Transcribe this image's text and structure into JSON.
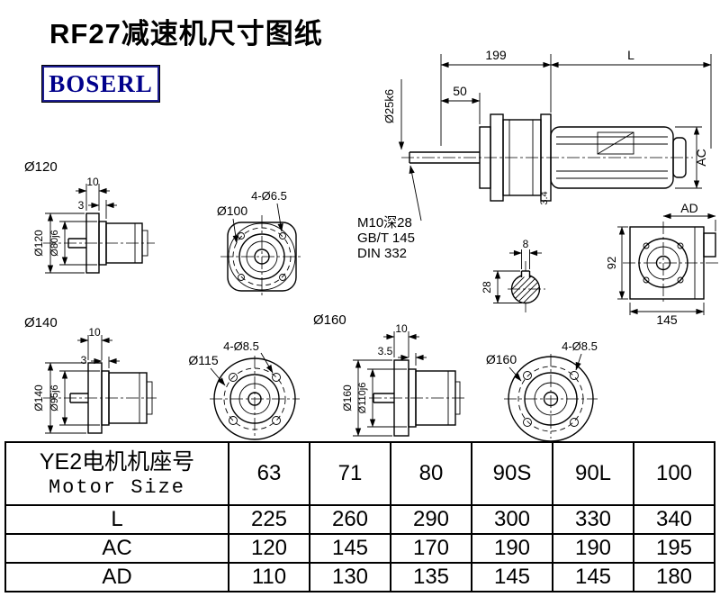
{
  "page": {
    "title": "RF27减速机尺寸图纸",
    "logo": "BOSERL"
  },
  "drawings": {
    "main": {
      "d199": "199",
      "dL": "L",
      "d50": "50",
      "shaft": "Ø25k6",
      "ac": "AC",
      "d34": "3.4",
      "note1": "M10深28",
      "note2": "GB/T 145",
      "note3": "DIN 332"
    },
    "f120": {
      "section": "Ø120",
      "d10": "10",
      "d3": "3",
      "od": "Ø120",
      "spigot": "Ø80j6"
    },
    "b100": {
      "holes": "4-Ø6.5",
      "bc": "Ø100"
    },
    "ad": {
      "label": "AD",
      "d92": "92",
      "d145": "145"
    },
    "key": {
      "d8": "8",
      "d28": "28"
    },
    "f140": {
      "section": "Ø140",
      "d10": "10",
      "d3": "3",
      "od": "Ø140",
      "spigot": "Ø95j6"
    },
    "b115": {
      "holes": "4-Ø8.5",
      "bc": "Ø115"
    },
    "f160": {
      "section": "Ø160",
      "d10": "10",
      "d35": "3.5",
      "od": "Ø160",
      "spigot": "Ø110j6"
    },
    "b160": {
      "holes": "4-Ø8.5",
      "bc": "Ø160"
    }
  },
  "table": {
    "header": {
      "cn": "YE2电机机座号",
      "en": "Motor Size"
    },
    "sizes": [
      "63",
      "71",
      "80",
      "90S",
      "90L",
      "100"
    ],
    "rows": [
      {
        "label": "L",
        "values": [
          "225",
          "260",
          "290",
          "300",
          "330",
          "340"
        ]
      },
      {
        "label": "AC",
        "values": [
          "120",
          "145",
          "170",
          "190",
          "190",
          "195"
        ]
      },
      {
        "label": "AD",
        "values": [
          "110",
          "130",
          "135",
          "145",
          "145",
          "180"
        ]
      }
    ]
  }
}
